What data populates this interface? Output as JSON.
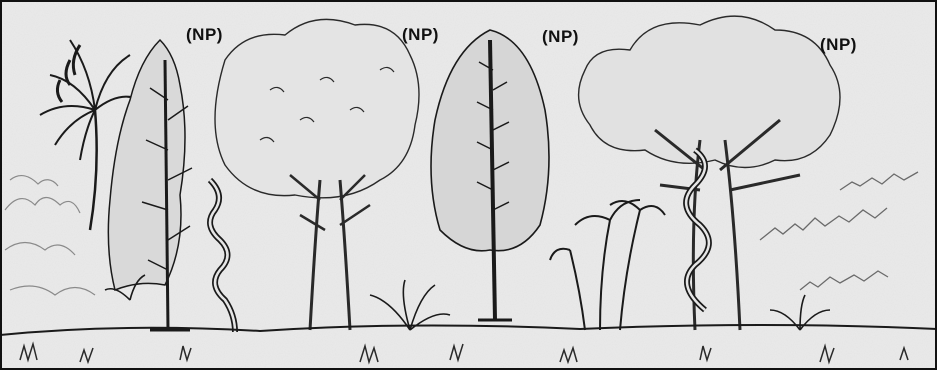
{
  "labels": [
    "(NP)",
    "(NP)",
    "(NP)",
    "(NP)"
  ],
  "colors": {
    "paper": "#ebebeb",
    "ink": "#1a1a1a",
    "midtone": "#6a6a6a",
    "frame": "#111111"
  }
}
